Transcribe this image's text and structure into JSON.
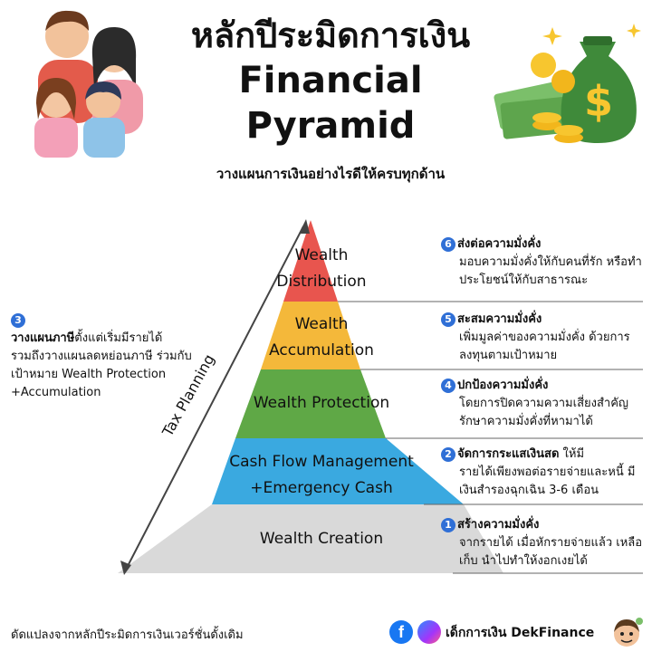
{
  "header": {
    "title_th": "หลักปีระมิดการเงิน",
    "title_en_line1": "Financial",
    "title_en_line2": "Pyramid",
    "subtitle": "วางแผนการเงินอย่างไรดีให้ครบทุกด้าน"
  },
  "pyramid": {
    "levels": [
      {
        "line1": "Wealth",
        "line2": "Distribution",
        "color": "#e8554e"
      },
      {
        "line1": "Wealth",
        "line2": "Accumulation",
        "color": "#f4b83a"
      },
      {
        "line1": "Wealth Protection",
        "line2": "",
        "color": "#5fa846"
      },
      {
        "line1": "Cash Flow Management",
        "line2": "+Emergency Cash",
        "color": "#3aa9e0"
      },
      {
        "line1": "Wealth Creation",
        "line2": "",
        "color": "#d9d9d9"
      }
    ],
    "tax_label": "Tax Planning"
  },
  "right_notes": [
    {
      "num": "6",
      "title": "ส่งต่อความมั่งคั่ง",
      "desc": "มอบความมั่งคั่งให้กับคนที่รัก หรือทำประโยชน์ให้กับสาธารณะ"
    },
    {
      "num": "5",
      "title": "สะสมความมั่งคั่ง",
      "desc": "เพิ่มมูลค่าของความมั่งคั่ง ด้วยการลงทุนตามเป้าหมาย"
    },
    {
      "num": "4",
      "title": "ปกป้องความมั่งคั่ง",
      "desc": "โดยการปิดความความเสี่ยงสำคัญ รักษาความมั่งคั่งที่หามาได้"
    },
    {
      "num": "2",
      "title": "จัดการกระแสเงินสด",
      "title_suffix": " ให้มี",
      "desc": "รายได้เพียงพอต่อรายจ่ายและหนี้ มีเงินสำรองฉุกเฉิน 3-6 เดือน"
    },
    {
      "num": "1",
      "title": "สร้างความมั่งคั่ง",
      "desc": "จากรายได้ เมื่อหักรายจ่ายแล้ว เหลือเก็บ นำไปทำให้งอกเงยได้"
    }
  ],
  "left_note": {
    "num": "3",
    "title": "วางแผนภาษี",
    "title_suffix": "ตั้งแต่เริ่มมีรายได้",
    "desc": "รวมถึงวางแผนลดหย่อนภาษี ร่วมกับเป้าหมาย Wealth Protection +Accumulation"
  },
  "footer": {
    "source": "ดัดแปลงจากหลักปีระมิดการเงินเวอร์ชั่นดั้งเดิม",
    "brand": "เด็กการเงิน DekFinance",
    "fb_glyph": "f"
  },
  "colors": {
    "accent_blue": "#2f6fd6",
    "arrow": "#444444"
  }
}
